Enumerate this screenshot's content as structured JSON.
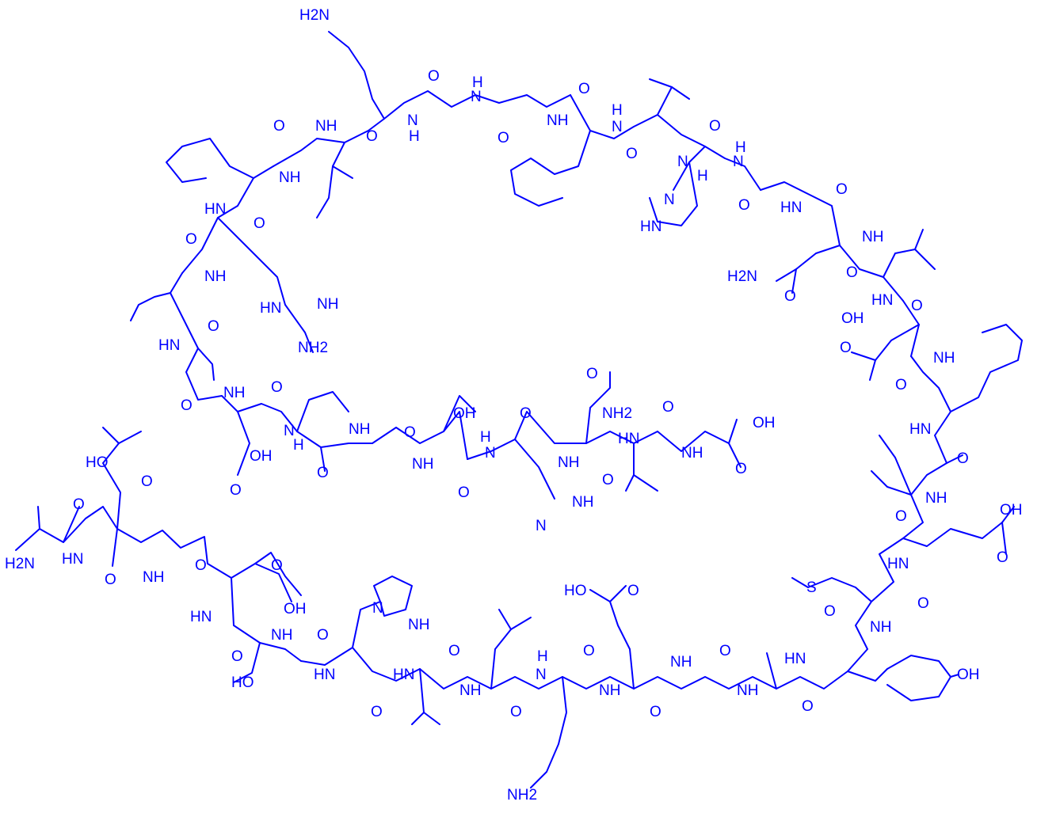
{
  "colors": {
    "structure": "#0000ff",
    "background": "#ffffff"
  },
  "labels": {
    "nh": "NH",
    "hn": "HN",
    "h": "H",
    "n": "N",
    "o": "O",
    "oh": "OH",
    "ho": "HO",
    "nh2": "NH2",
    "h2n": "H2N",
    "s": "S"
  }
}
